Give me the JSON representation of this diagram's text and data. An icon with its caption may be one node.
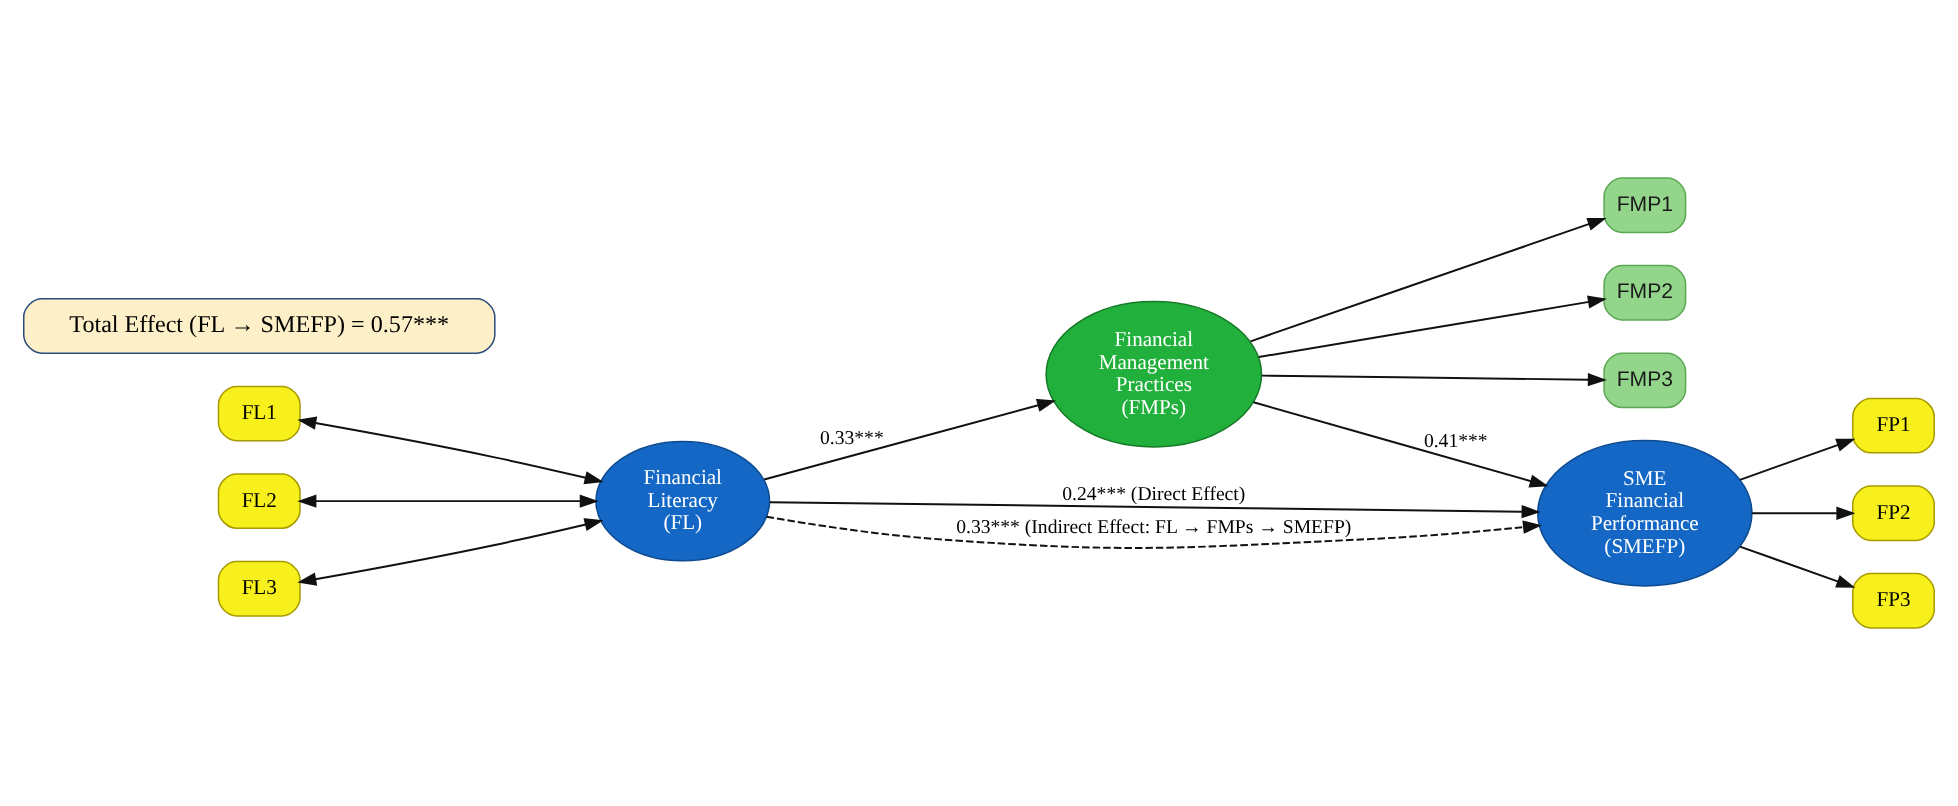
{
  "diagram": {
    "nodes": [
      {
        "text": [
          "FL1"
        ]
      },
      {
        "text": [
          "FL2"
        ]
      },
      {
        "text": [
          "FL3"
        ]
      },
      {
        "text": [
          "Financial Literacy (FL)"
        ]
      },
      {
        "text": [
          "Financial Management Practices (FMPs)"
        ]
      },
      {
        "text": [
          "FMP1"
        ]
      },
      {
        "text": [
          "FMP2"
        ]
      },
      {
        "text": [
          "FMP3"
        ]
      },
      {
        "text": [
          "SME Financial Performance (SMEFP)"
        ]
      },
      {
        "text": [
          "FP1"
        ]
      },
      {
        "text": [
          "FP2"
        ]
      },
      {
        "text": [
          "FP3"
        ]
      },
      {
        "text": [
          "Total Effect (FL → SMEFP) = 0.57***"
        ]
      }
    ],
    "edges": [
      {
        "from": 0,
        "to": 3,
        "arrow": "both"
      },
      {
        "from": 1,
        "to": 3,
        "arrow": "both"
      },
      {
        "from": 2,
        "to": 3,
        "arrow": "both"
      },
      {
        "from": 3,
        "to": 4,
        "arrow": "to",
        "label": "0.33***"
      },
      {
        "from": 4,
        "to": 5,
        "arrow": "to"
      },
      {
        "from": 4,
        "to": 6,
        "arrow": "to"
      },
      {
        "from": 4,
        "to": 7,
        "arrow": "to"
      },
      {
        "from": 4,
        "to": 8,
        "arrow": "to",
        "label": "0.41***"
      },
      {
        "from": 3,
        "to": 8,
        "arrow": "to",
        "label": "0.24*** (Direct Effect)"
      },
      {
        "from": 3,
        "to": 8,
        "arrow": "to",
        "style": "dashed",
        "label": "0.33*** (Indirect Effect: FL → FMPs → SMEFP)"
      },
      {
        "from": 8,
        "to": 9,
        "arrow": "to"
      },
      {
        "from": 8,
        "to": 10,
        "arrow": "to"
      },
      {
        "from": 8,
        "to": 11,
        "arrow": "to"
      }
    ]
  }
}
